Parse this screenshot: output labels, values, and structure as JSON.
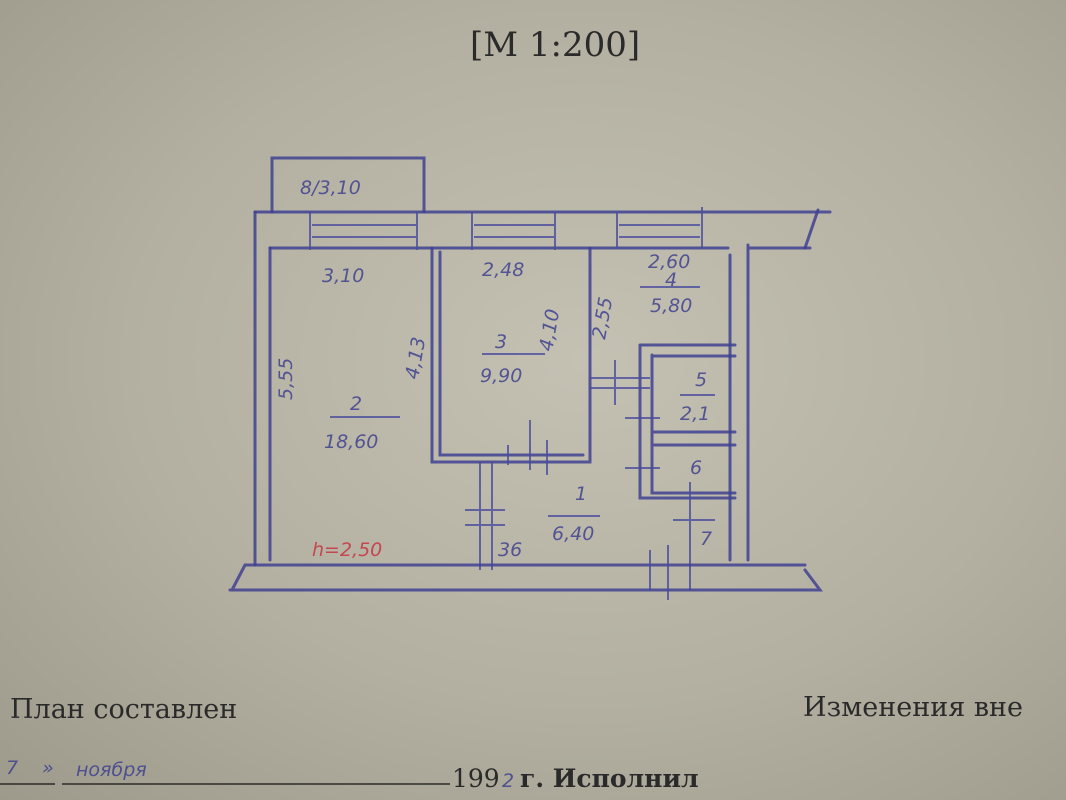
{
  "scale_label": "[М  1:200]",
  "plan": {
    "balcony": "8/3,10",
    "room2_width": "3,10",
    "room2_length": "5,55",
    "room2_inner": "4,13",
    "room2_number": "2",
    "room2_area": "18,60",
    "room3_width": "2,48",
    "room3_length": "4,10",
    "room3_number": "3",
    "room3_area": "9,90",
    "room4_width": "2,60",
    "room4_number": "4",
    "room4_area": "5,80",
    "room4_length": "2,55",
    "room5_number": "5",
    "room5_area": "2,1",
    "room6_number": "6",
    "room1_number": "1",
    "room1_area": "6,40",
    "room7_number": "7",
    "door_width": "36",
    "ceiling_height": "h=2,50"
  },
  "footer": {
    "plan_made": "План составлен",
    "changes": "Изменения вне",
    "day": "7",
    "quote": "»",
    "month": "ноября",
    "year_prefix": "199",
    "year_suffix": "2",
    "executed": "г. Исполнил"
  },
  "colors": {
    "ink": "#3f4192",
    "red_ink": "#c8333f",
    "paper": "#b9b6a7"
  }
}
